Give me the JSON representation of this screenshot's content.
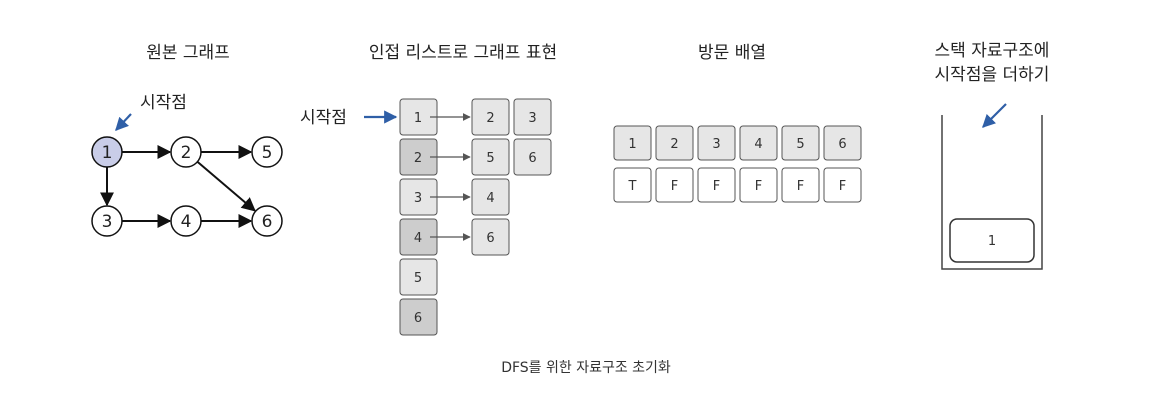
{
  "sections": {
    "original_graph": {
      "title": "원본 그래프",
      "start_label": "시작점"
    },
    "adjacency_list": {
      "title": "인접 리스트로 그래프 표현",
      "start_label": "시작점"
    },
    "visited_array": {
      "title": "방문 배열"
    },
    "stack": {
      "title_line1": "스택 자료구조에",
      "title_line2": "시작점을 더하기",
      "item": "1"
    }
  },
  "graph": {
    "nodes": [
      "1",
      "2",
      "3",
      "4",
      "5",
      "6"
    ],
    "start_node": "1",
    "edges": [
      [
        "1",
        "2"
      ],
      [
        "2",
        "5"
      ],
      [
        "2",
        "6"
      ],
      [
        "1",
        "3"
      ],
      [
        "3",
        "4"
      ],
      [
        "4",
        "6"
      ]
    ]
  },
  "adjacency": [
    {
      "node": "1",
      "neighbors": [
        "2",
        "3"
      ]
    },
    {
      "node": "2",
      "neighbors": [
        "5",
        "6"
      ]
    },
    {
      "node": "3",
      "neighbors": [
        "4"
      ]
    },
    {
      "node": "4",
      "neighbors": [
        "6"
      ]
    },
    {
      "node": "5",
      "neighbors": []
    },
    {
      "node": "6",
      "neighbors": []
    }
  ],
  "visited": {
    "indices": [
      "1",
      "2",
      "3",
      "4",
      "5",
      "6"
    ],
    "values": [
      "T",
      "F",
      "F",
      "F",
      "F",
      "F"
    ]
  },
  "caption": "DFS를 위한 자료구조 초기화",
  "colors": {
    "start_node_fill": "#c9cde8",
    "arrow_blue": "#2f5fa7",
    "cell_light": "#e6e6e6",
    "cell_dark": "#cdcdcd",
    "cell_border": "#555555"
  }
}
